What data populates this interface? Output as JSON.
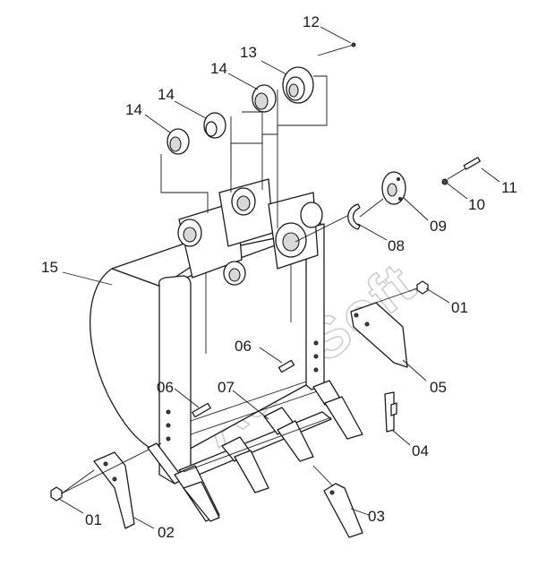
{
  "watermark": "AutoSoft",
  "callouts": [
    {
      "id": "c12",
      "text": "12"
    },
    {
      "id": "c13",
      "text": "13"
    },
    {
      "id": "c14a",
      "text": "14"
    },
    {
      "id": "c14b",
      "text": "14"
    },
    {
      "id": "c14c",
      "text": "14"
    },
    {
      "id": "c11",
      "text": "11"
    },
    {
      "id": "c10",
      "text": "10"
    },
    {
      "id": "c09",
      "text": "09"
    },
    {
      "id": "c08",
      "text": "08"
    },
    {
      "id": "c15",
      "text": "15"
    },
    {
      "id": "c01a",
      "text": "01"
    },
    {
      "id": "c05",
      "text": "05"
    },
    {
      "id": "c06a",
      "text": "06"
    },
    {
      "id": "c06b",
      "text": "06"
    },
    {
      "id": "c07",
      "text": "07"
    },
    {
      "id": "c04",
      "text": "04"
    },
    {
      "id": "c03",
      "text": "03"
    },
    {
      "id": "c01b",
      "text": "01"
    },
    {
      "id": "c02",
      "text": "02"
    }
  ]
}
